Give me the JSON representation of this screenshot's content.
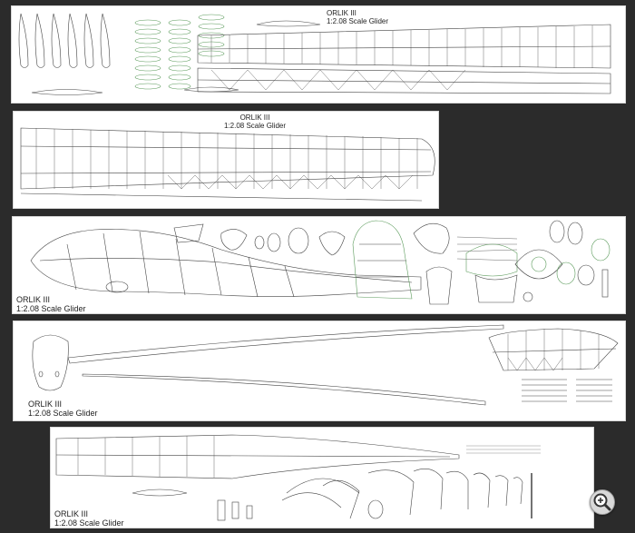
{
  "sheets": [
    {
      "title_line1": "ORLIK III",
      "title_line2": "1:2.08 Scale Glider"
    },
    {
      "title_line1": "ORLIK III",
      "title_line2": "1:2.08 Scale Glider"
    },
    {
      "title_line1": "ORLIK III",
      "title_line2": "1:2.08 Scale Glider"
    },
    {
      "title_line1": "ORLIK III",
      "title_line2": "1:2.08 Scale Glider"
    },
    {
      "title_line1": "ORLIK III",
      "title_line2": "1:2.08 Scale Glider"
    }
  ],
  "colors": {
    "background": "#2b2b2b",
    "paper": "#ffffff",
    "ink": "#333333",
    "accent_green": "#5a9a5a"
  },
  "icons": {
    "zoom": "magnifier-plus-icon"
  }
}
